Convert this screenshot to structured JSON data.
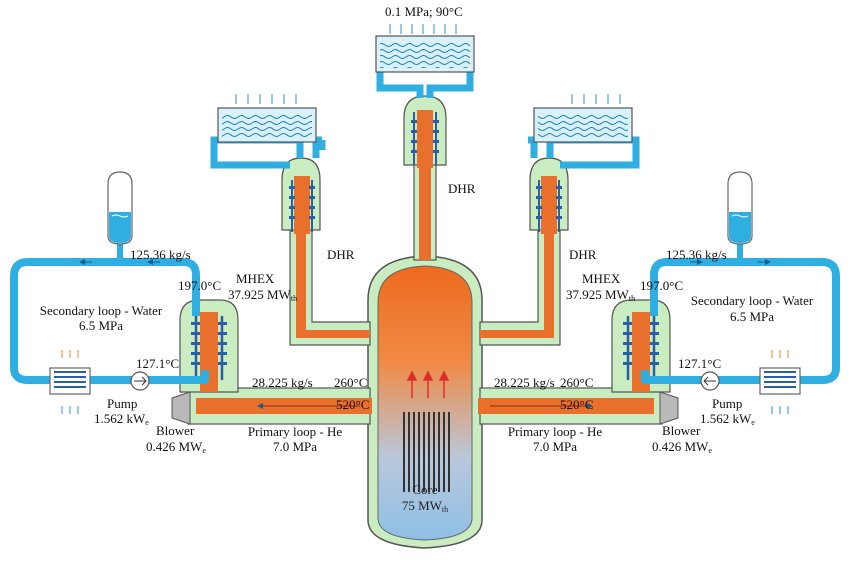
{
  "colors": {
    "water": "#2faee2",
    "water_dark": "#1e6fa8",
    "helium_hot": "#e8702c",
    "vessel_hot": "#f07a2a",
    "vessel_cold": "#9ec6e8",
    "shell": "#c9ecc0",
    "shell_edge": "#555555",
    "hx_tube": "#2a5fa8",
    "arrow_up": "#4fa3d8",
    "arrow_hot": "#f39a4e",
    "core_arrow": "#d8312b"
  },
  "top": {
    "ambient": "0.1 MPa; 90°C"
  },
  "dhr": {
    "left": "DHR",
    "center": "DHR",
    "right": "DHR"
  },
  "left": {
    "flow_water": "125.36 kg/s",
    "t_hx_out": "197.0°C",
    "mhex": "MHEX",
    "mhex_power": "37.925 MW",
    "mhex_sub": "th",
    "loop_title": "Secondary loop - Water",
    "loop_pressure": "6.5 MPa",
    "t_pump": "127.1°C",
    "pump": "Pump",
    "pump_power": "1.562 kW",
    "pump_sub": "e",
    "flow_he": "28.225 kg/s",
    "t_cold": "260°C",
    "t_hot": "520°C",
    "blower": "Blower",
    "blower_power": "0.426 MW",
    "blower_sub": "e",
    "primary_title": "Primary loop - He",
    "primary_pressure": "7.0 MPa"
  },
  "right": {
    "flow_water": "125.36 kg/s",
    "t_hx_out": "197.0°C",
    "mhex": "MHEX",
    "mhex_power": "37.925 MW",
    "mhex_sub": "th",
    "loop_title": "Secondary loop - Water",
    "loop_pressure": "6.5 MPa",
    "t_pump": "127.1°C",
    "pump": "Pump",
    "pump_power": "1.562 kW",
    "pump_sub": "e",
    "flow_he": "28.225 kg/s",
    "t_cold": "260°C",
    "t_hot": "520°C",
    "blower": "Blower",
    "blower_power": "0.426 MW",
    "blower_sub": "e",
    "primary_title": "Primary loop - He",
    "primary_pressure": "7.0 MPa"
  },
  "core": {
    "label": "Core",
    "power": "75 MW",
    "power_sub": "th"
  }
}
